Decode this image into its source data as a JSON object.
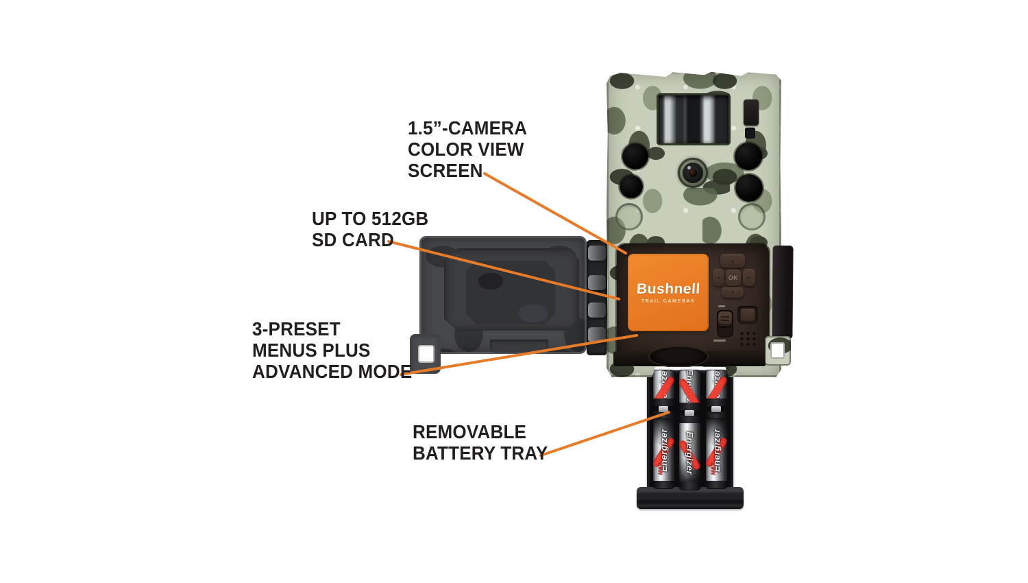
{
  "callouts": [
    {
      "id": "screen",
      "lines": [
        "1.5”-CAMERA",
        "COLOR VIEW",
        "SCREEN"
      ]
    },
    {
      "id": "sd-card",
      "lines": [
        "UP TO 512GB",
        "SD CARD"
      ]
    },
    {
      "id": "menus",
      "lines": [
        "3-PRESET",
        "MENUS PLUS",
        "ADVANCED MODE"
      ]
    },
    {
      "id": "battery",
      "lines": [
        "REMOVABLE",
        "BATTERY TRAY"
      ]
    }
  ],
  "device": {
    "brand": "Bushnell",
    "brand_sub": "TRAIL CAMERAS",
    "ok_label": "OK",
    "battery_brand": "Energizer",
    "battery_max": "MAX"
  },
  "colors": {
    "accent_orange": "#E87B28",
    "screen_panel_orange": "#E8791F",
    "label_text": "#231F20",
    "camo_base": "#C7CFBA",
    "door_gray": "#47484C",
    "interior_brown": "#3A2C24",
    "background": "#FFFFFF"
  }
}
